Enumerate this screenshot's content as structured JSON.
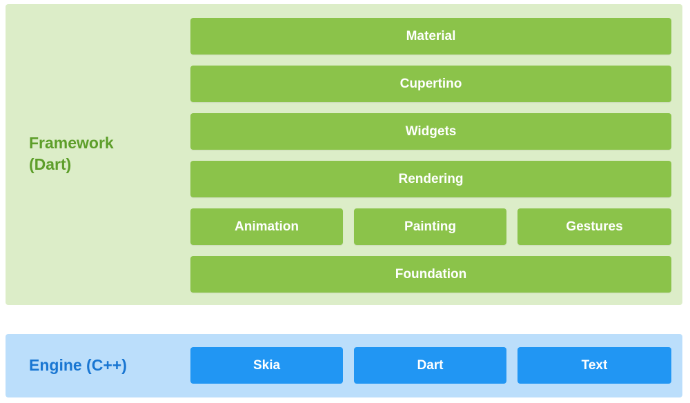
{
  "colors": {
    "framework_panel_bg": "#dcedc8",
    "framework_label": "#5d9e2a",
    "framework_block": "#8bc34a",
    "engine_panel_bg": "#bbdefb",
    "engine_label": "#1976d2",
    "engine_block": "#2196f3",
    "block_text": "#ffffff"
  },
  "framework": {
    "label": "Framework\n(Dart)",
    "layers": {
      "material": "Material",
      "cupertino": "Cupertino",
      "widgets": "Widgets",
      "rendering": "Rendering",
      "animation": "Animation",
      "painting": "Painting",
      "gestures": "Gestures",
      "foundation": "Foundation"
    }
  },
  "engine": {
    "label": "Engine (C++)",
    "components": {
      "skia": "Skia",
      "dart": "Dart",
      "text": "Text"
    }
  }
}
